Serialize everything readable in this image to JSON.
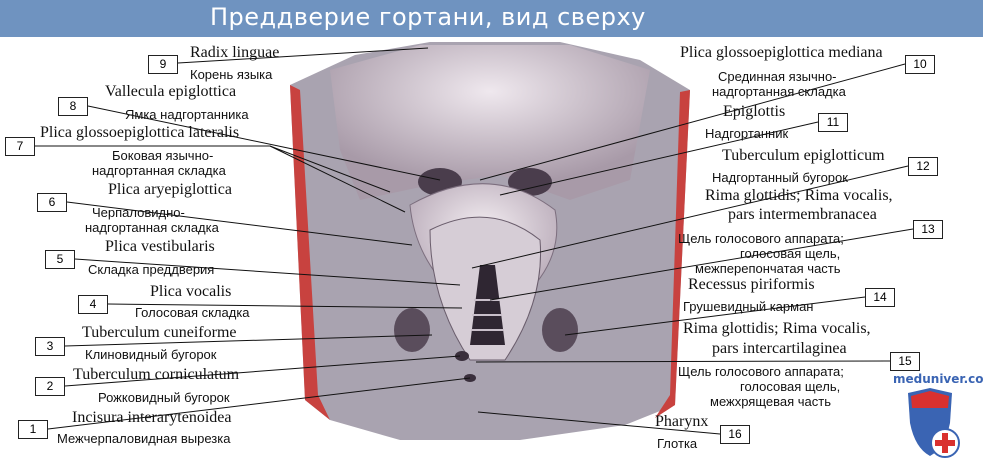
{
  "title": "Преддверие гортани, вид сверху",
  "logo": "meduniver.com",
  "colors": {
    "title_bg": "#6f93c0",
    "logo_blue": "#3a64b3",
    "logo_red": "#d9312f"
  },
  "labels": [
    {
      "num": "1",
      "latin": "Incisura interarytenoidea",
      "russian": [
        "Межчерпаловидная вырезка"
      ]
    },
    {
      "num": "2",
      "latin": "Tuberculum corniculatum",
      "russian": [
        "Рожковидный бугорок"
      ]
    },
    {
      "num": "3",
      "latin": "Tuberculum cuneiforme",
      "russian": [
        "Клиновидный бугорок"
      ]
    },
    {
      "num": "4",
      "latin": "Plica vocalis",
      "russian": [
        "Голосовая складка"
      ]
    },
    {
      "num": "5",
      "latin": "Plica vestibularis",
      "russian": [
        "Складка преддверия"
      ]
    },
    {
      "num": "6",
      "latin": "Plica aryepiglottica",
      "russian": [
        "Черпаловидно-",
        "надгортанная складка"
      ]
    },
    {
      "num": "7",
      "latin": "Plica glossoepiglottica lateralis",
      "russian": [
        "Боковая язычно-",
        "надгортанная складка"
      ]
    },
    {
      "num": "8",
      "latin": "Vallecula epiglottica",
      "russian": [
        "Ямка надгортанника"
      ]
    },
    {
      "num": "9",
      "latin": "Radix linguae",
      "russian": [
        "Корень языка"
      ]
    },
    {
      "num": "10",
      "latin": "Plica glossoepiglottica mediana",
      "russian": [
        "Срединная язычно-",
        "надгортанная складка"
      ]
    },
    {
      "num": "11",
      "latin": "Epiglottis",
      "russian": [
        "Надгортанник"
      ]
    },
    {
      "num": "12",
      "latin": "Tuberculum epiglotticum",
      "russian": [
        "Надгортанный бугорок"
      ]
    },
    {
      "num": "13",
      "latin": [
        "Rima glottidis; Rima vocalis,",
        "pars intermembranacea"
      ],
      "russian": [
        "Щель голосового аппарата;",
        "голосовая щель,",
        "межперепончатая часть"
      ]
    },
    {
      "num": "14",
      "latin": "Recessus piriformis",
      "russian": [
        "Грушевидный карман"
      ]
    },
    {
      "num": "15",
      "latin": [
        "Rima glottidis; Rima vocalis,",
        "pars intercartilaginea"
      ],
      "russian": [
        "Щель голосового аппарата;",
        "голосовая щель,",
        "межхрящевая часть"
      ]
    },
    {
      "num": "16",
      "latin": "Pharynx",
      "russian": [
        "Глотка"
      ]
    }
  ]
}
